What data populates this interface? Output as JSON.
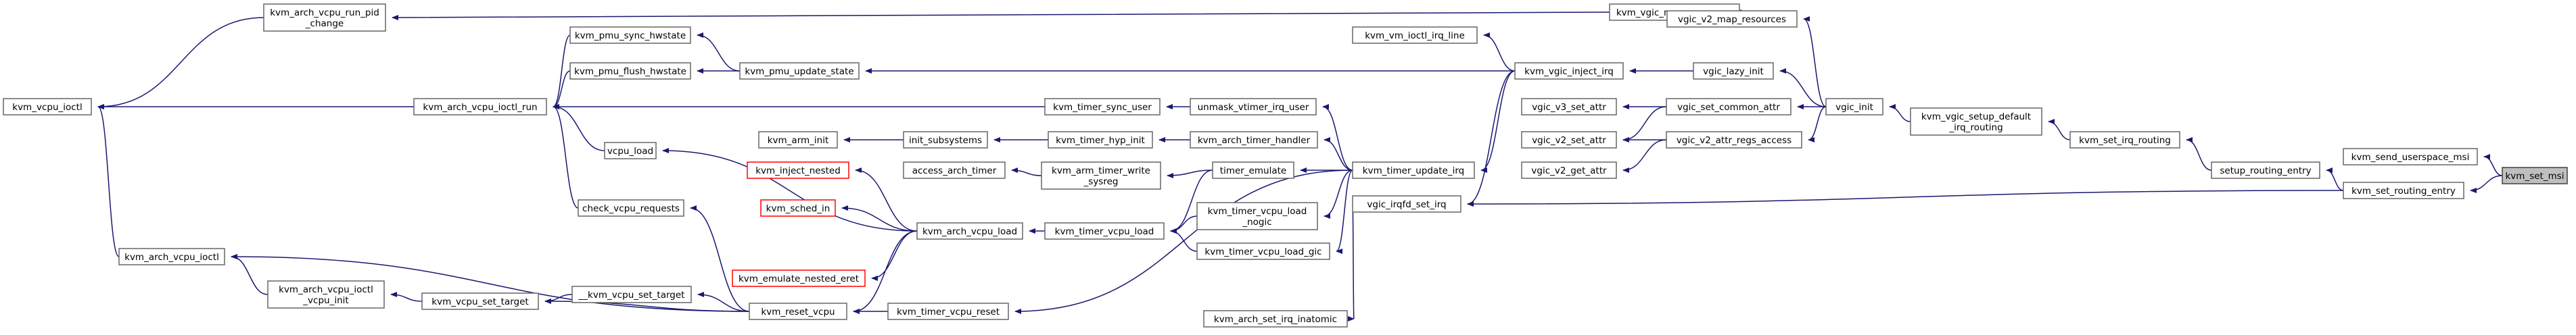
{
  "graph": {
    "kind": "call-graph",
    "colors": {
      "edge": "#191970",
      "node_border": "#666666",
      "root_fill": "#bfbfbf",
      "red_border": "#ff0000"
    },
    "nodes": [
      {
        "id": "kvm_vcpu_ioctl",
        "lines": [
          "kvm_vcpu_ioctl"
        ]
      },
      {
        "id": "kvm_arch_vcpu_run_pid_change",
        "lines": [
          "kvm_arch_vcpu_run_pid",
          "_change"
        ]
      },
      {
        "id": "kvm_arch_vcpu_ioctl_run",
        "lines": [
          "kvm_arch_vcpu_ioctl_run"
        ]
      },
      {
        "id": "kvm_arch_vcpu_ioctl",
        "lines": [
          "kvm_arch_vcpu_ioctl"
        ]
      },
      {
        "id": "kvm_pmu_sync_hwstate",
        "lines": [
          "kvm_pmu_sync_hwstate"
        ]
      },
      {
        "id": "kvm_pmu_flush_hwstate",
        "lines": [
          "kvm_pmu_flush_hwstate"
        ]
      },
      {
        "id": "vcpu_load",
        "lines": [
          "vcpu_load"
        ]
      },
      {
        "id": "check_vcpu_requests",
        "lines": [
          "check_vcpu_requests"
        ]
      },
      {
        "id": "kvm_arch_vcpu_ioctl_vcpu_init",
        "lines": [
          "kvm_arch_vcpu_ioctl",
          "_vcpu_init"
        ]
      },
      {
        "id": "kvm_vcpu_set_target",
        "lines": [
          "kvm_vcpu_set_target"
        ]
      },
      {
        "id": "__kvm_vcpu_set_target",
        "lines": [
          "__kvm_vcpu_set_target"
        ]
      },
      {
        "id": "kvm_pmu_update_state",
        "lines": [
          "kvm_pmu_update_state"
        ]
      },
      {
        "id": "kvm_inject_nested",
        "lines": [
          "kvm_inject_nested"
        ],
        "red": true
      },
      {
        "id": "kvm_sched_in",
        "lines": [
          "kvm_sched_in"
        ],
        "red": true
      },
      {
        "id": "kvm_emulate_nested_eret",
        "lines": [
          "kvm_emulate_nested_eret"
        ],
        "red": true
      },
      {
        "id": "kvm_arch_vcpu_load",
        "lines": [
          "kvm_arch_vcpu_load"
        ]
      },
      {
        "id": "kvm_reset_vcpu",
        "lines": [
          "kvm_reset_vcpu"
        ]
      },
      {
        "id": "kvm_arm_init",
        "lines": [
          "kvm_arm_init"
        ]
      },
      {
        "id": "access_arch_timer",
        "lines": [
          "access_arch_timer"
        ]
      },
      {
        "id": "init_subsystems",
        "lines": [
          "init_subsystems"
        ]
      },
      {
        "id": "kvm_timer_sync_user",
        "lines": [
          "kvm_timer_sync_user"
        ]
      },
      {
        "id": "kvm_timer_hyp_init",
        "lines": [
          "kvm_timer_hyp_init"
        ]
      },
      {
        "id": "kvm_arm_timer_write_sysreg",
        "lines": [
          "kvm_arm_timer_write",
          "_sysreg"
        ]
      },
      {
        "id": "kvm_timer_vcpu_load",
        "lines": [
          "kvm_timer_vcpu_load"
        ]
      },
      {
        "id": "kvm_timer_vcpu_reset",
        "lines": [
          "kvm_timer_vcpu_reset"
        ]
      },
      {
        "id": "unmask_vtimer_irq_user",
        "lines": [
          "unmask_vtimer_irq_user"
        ]
      },
      {
        "id": "kvm_arch_timer_handler",
        "lines": [
          "kvm_arch_timer_handler"
        ]
      },
      {
        "id": "timer_emulate",
        "lines": [
          "timer_emulate"
        ]
      },
      {
        "id": "kvm_timer_vcpu_load_nogic",
        "lines": [
          "kvm_timer_vcpu_load",
          "_nogic"
        ]
      },
      {
        "id": "kvm_timer_vcpu_load_gic",
        "lines": [
          "kvm_timer_vcpu_load_gic"
        ]
      },
      {
        "id": "kvm_vm_ioctl_irq_line",
        "lines": [
          "kvm_vm_ioctl_irq_line"
        ]
      },
      {
        "id": "kvm_timer_update_irq",
        "lines": [
          "kvm_timer_update_irq"
        ]
      },
      {
        "id": "kvm_arch_set_irq_inatomic",
        "lines": [
          "kvm_arch_set_irq_inatomic"
        ]
      },
      {
        "id": "vgic_irqfd_set_irq",
        "lines": [
          "vgic_irqfd_set_irq"
        ]
      },
      {
        "id": "kvm_vgic_inject_irq",
        "lines": [
          "kvm_vgic_inject_irq"
        ]
      },
      {
        "id": "vgic_v3_set_attr",
        "lines": [
          "vgic_v3_set_attr"
        ]
      },
      {
        "id": "vgic_v2_set_attr",
        "lines": [
          "vgic_v2_set_attr"
        ]
      },
      {
        "id": "vgic_v2_get_attr",
        "lines": [
          "vgic_v2_get_attr"
        ]
      },
      {
        "id": "kvm_vgic_map_resources",
        "lines": [
          "kvm_vgic_map_resources"
        ]
      },
      {
        "id": "vgic_lazy_init",
        "lines": [
          "vgic_lazy_init"
        ]
      },
      {
        "id": "vgic_set_common_attr",
        "lines": [
          "vgic_set_common_attr"
        ]
      },
      {
        "id": "vgic_v2_attr_regs_access",
        "lines": [
          "vgic_v2_attr_regs_access"
        ]
      },
      {
        "id": "vgic_v2_map_resources",
        "lines": [
          "vgic_v2_map_resources"
        ]
      },
      {
        "id": "vgic_init",
        "lines": [
          "vgic_init"
        ]
      },
      {
        "id": "kvm_vgic_setup_default_irq_routing",
        "lines": [
          "kvm_vgic_setup_default",
          "_irq_routing"
        ]
      },
      {
        "id": "kvm_set_irq_routing",
        "lines": [
          "kvm_set_irq_routing"
        ]
      },
      {
        "id": "setup_routing_entry",
        "lines": [
          "setup_routing_entry"
        ]
      },
      {
        "id": "kvm_set_routing_entry",
        "lines": [
          "kvm_set_routing_entry"
        ]
      },
      {
        "id": "kvm_send_userspace_msi",
        "lines": [
          "kvm_send_userspace_msi"
        ]
      },
      {
        "id": "kvm_set_msi",
        "lines": [
          "kvm_set_msi"
        ],
        "root": true
      }
    ]
  }
}
